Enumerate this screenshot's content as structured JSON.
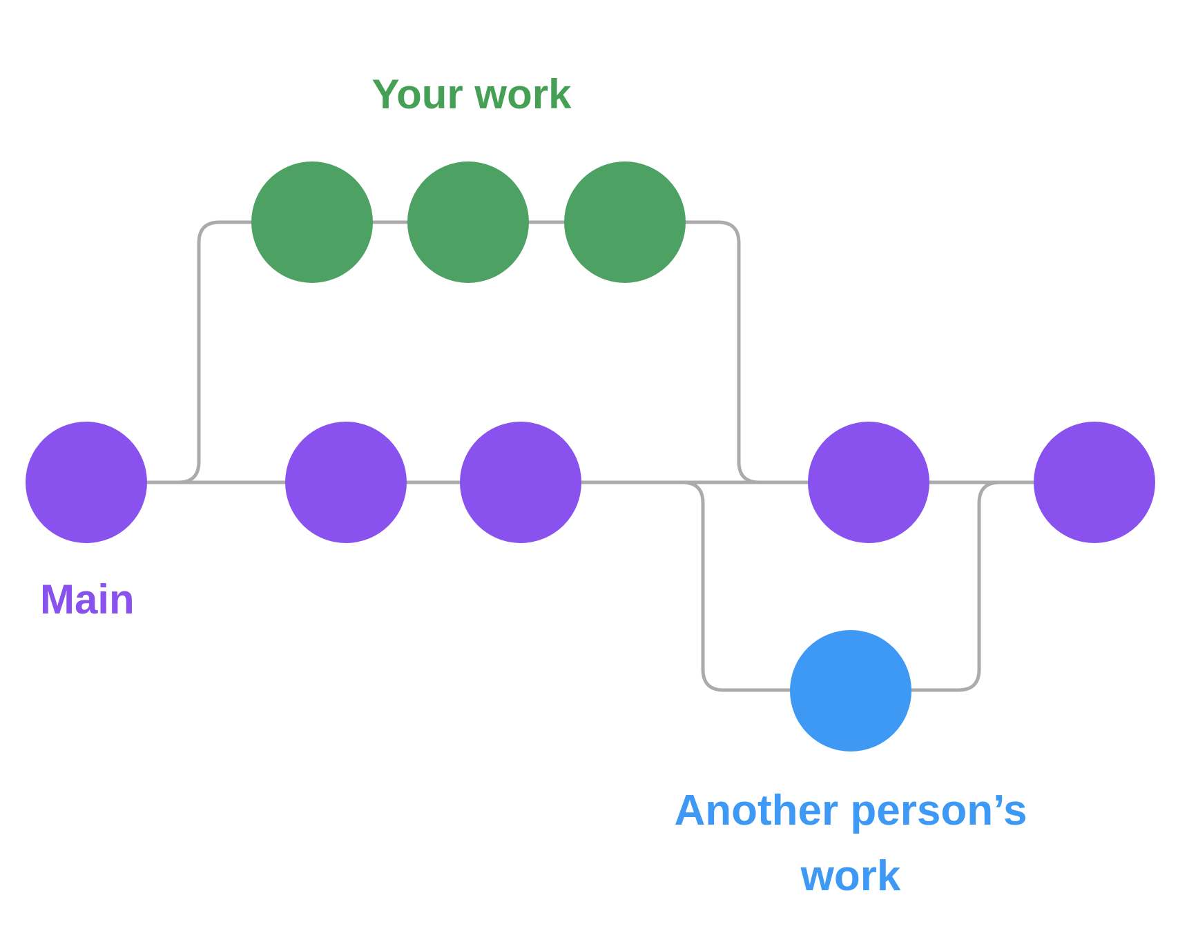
{
  "diagram": {
    "background_color": "#FFFFFF",
    "connector_color": "#ABABAB",
    "connector_width": 5,
    "branches": {
      "main": {
        "label": "Main",
        "node_color": "#8952EE",
        "label_color": "#8952EE",
        "commit_count": 5
      },
      "your_work": {
        "label": "Your work",
        "node_color": "#4DA263",
        "label_color": "#45A055",
        "commit_count": 3
      },
      "another_person": {
        "label": "Another person’s work",
        "node_color": "#3E99F5",
        "label_color": "#3E99F5",
        "commit_count": 1
      }
    },
    "connections": {
      "your_work": "diverges from Main after commit 1, merges back into Main before commit 4",
      "another_person": "diverges from Main after commit 3, merges back into Main before commit 5"
    }
  }
}
